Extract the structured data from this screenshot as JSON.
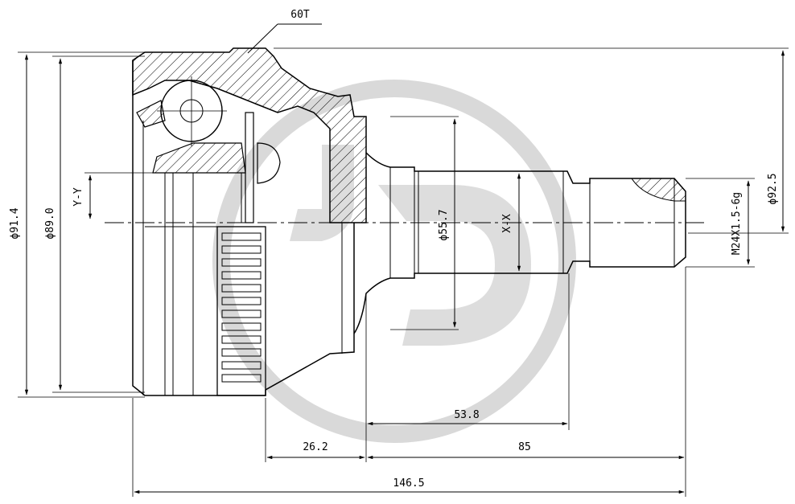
{
  "drawing": {
    "watermark": "JD",
    "labels": {
      "teeth": "60T",
      "axis_y": "Y-Y",
      "axis_x": "X-X",
      "dia_left_outer": "ϕ91.4",
      "dia_left_inner": "ϕ89.0",
      "dia_shaft": "ϕ55.7",
      "thread": "M24X1.5-6g",
      "dia_right": "ϕ92.5",
      "len_53_8": "53.8",
      "len_26_2": "26.2",
      "len_85": "85",
      "len_total": "146.5"
    },
    "colors": {
      "line": "#000000",
      "watermark": "#d9d9d9"
    }
  }
}
